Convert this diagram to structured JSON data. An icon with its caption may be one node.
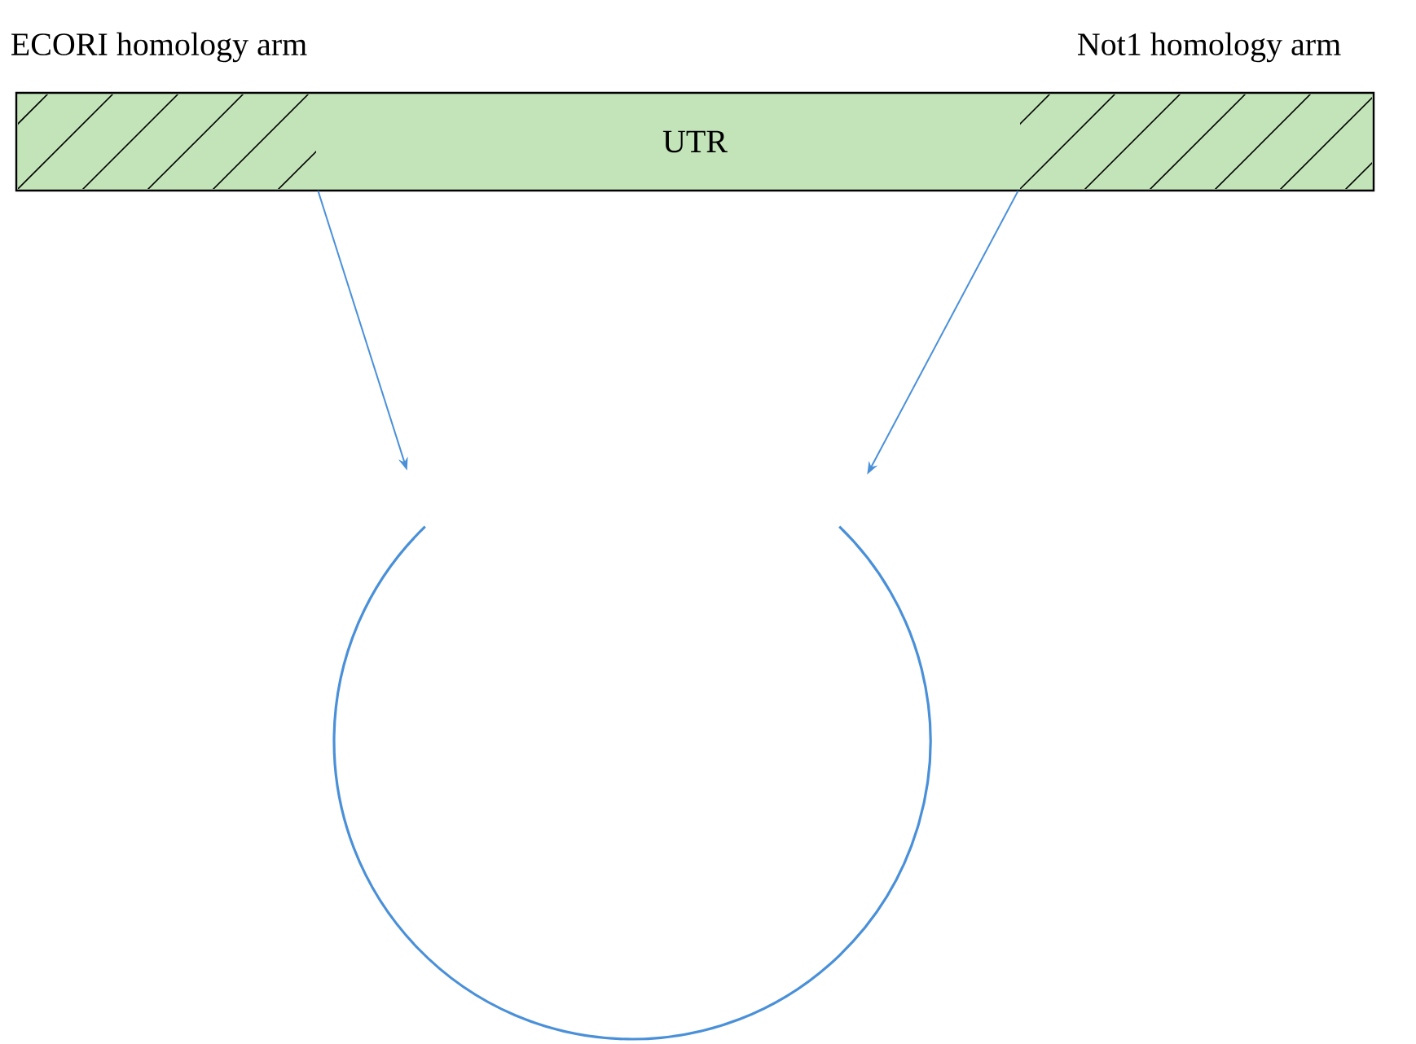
{
  "diagram": {
    "nodes": [
      {
        "text": [
          "UTR"
        ]
      },
      {
        "text": [
          "ECORI homology arm"
        ]
      },
      {
        "text": [
          "Not1 homology arm"
        ]
      },
      {
        "text": [],
        "shape": "circle"
      }
    ],
    "edges": [
      {
        "from": 1,
        "to": 3,
        "arrow": "to",
        "color": "#4a90d9"
      },
      {
        "from": 2,
        "to": 3,
        "arrow": "to",
        "color": "#4a90d9"
      }
    ]
  }
}
